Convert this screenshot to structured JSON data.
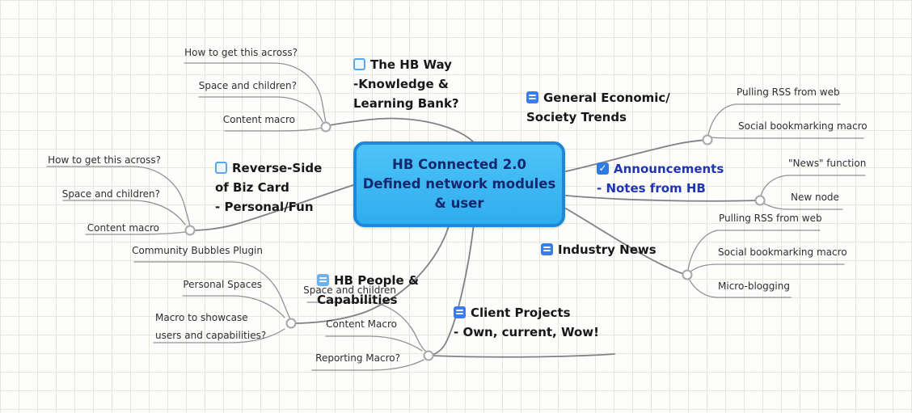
{
  "central": {
    "label": "HB Connected 2.0\nDefined network modules\n& user"
  },
  "topics": {
    "hb_way": {
      "label": "The HB Way\n-Knowledge &\nLearning Bank?",
      "icon": "note-outline",
      "children": [
        "How to get this across?",
        "Space and children?",
        "Content macro"
      ]
    },
    "general_trends": {
      "label": "General Economic/\nSociety Trends",
      "icon": "note",
      "children": [
        "Pulling RSS from web",
        "Social bookmarking macro"
      ]
    },
    "announcements": {
      "label": "Announcements\n- Notes from HB",
      "icon": "checkbox-checked",
      "children": [
        "\"News\" function",
        "New node"
      ]
    },
    "industry_news": {
      "label": "Industry News",
      "icon": "note",
      "children": [
        "Pulling RSS from web",
        "Social bookmarking macro",
        "Micro-blogging"
      ]
    },
    "client_projects": {
      "label": "Client Projects\n- Own, current, Wow!",
      "icon": "note",
      "children": [
        "Space and children",
        "Content Macro",
        "Reporting Macro?"
      ]
    },
    "hb_people": {
      "label": "HB People &\nCapabilities",
      "icon": "notes",
      "children": [
        "Community Bubbles Plugin",
        "Personal Spaces",
        "Macro to showcase\nusers and capabilities?"
      ]
    },
    "biz_card": {
      "label": "Reverse-Side\nof Biz Card\n- Personal/Fun",
      "icon": "note-outline",
      "children": [
        "How to get this across?",
        "Space and children?",
        "Content macro"
      ]
    }
  },
  "colors": {
    "central_fill": "#41bdf5",
    "central_border": "#1e88d8",
    "central_text": "#14286e",
    "announcement_text": "#1f35b5",
    "branch_line": "#8a8d92",
    "grid_line": "#e9e5da",
    "icon_blue": "#3a7cf2"
  }
}
